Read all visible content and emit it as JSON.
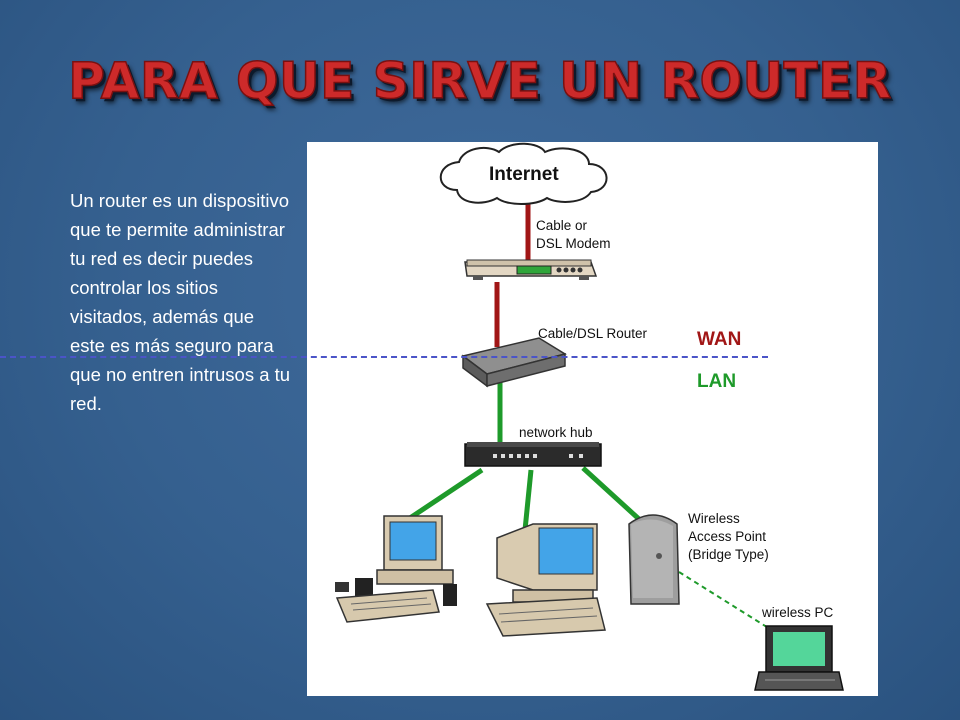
{
  "slide": {
    "title": "PARA QUE SIRVE UN ROUTER",
    "description": "Un router es un dispositivo que te permite administrar tu red es decir puedes controlar los sitios visitados,  además que este es más seguro para que no entren intrusos a tu red."
  },
  "diagram": {
    "internet_label": "Internet",
    "modem_label_line1": "Cable or",
    "modem_label_line2": "DSL Modem",
    "router_label": "Cable/DSL Router",
    "wan_label": "WAN",
    "lan_label": "LAN",
    "hub_label": "network hub",
    "ap_label_line1": "Wireless",
    "ap_label_line2": "Access Point",
    "ap_label_line3": "(Bridge Type)",
    "wireless_pc_label": "wireless PC"
  },
  "colors": {
    "background": "#35608f",
    "title": "#cd2a2a",
    "wan": "#a11616",
    "lan": "#1e9a2a",
    "divider": "#4b54c8"
  }
}
